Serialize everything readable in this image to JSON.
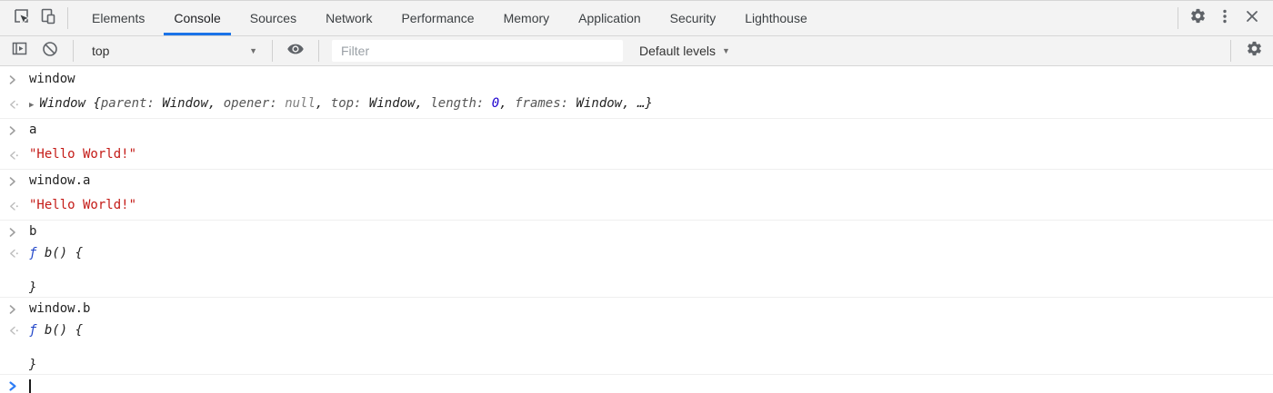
{
  "tabbar": {
    "tabs": [
      "Elements",
      "Console",
      "Sources",
      "Network",
      "Performance",
      "Memory",
      "Application",
      "Security",
      "Lighthouse"
    ],
    "active_tab": "Console"
  },
  "toolbar": {
    "context_value": "top",
    "filter_placeholder": "Filter",
    "levels_label": "Default levels",
    "caret_glyph": "▼"
  },
  "console": {
    "disclosure_glyph": "▶",
    "messages": [
      {
        "kind": "command",
        "text": "window"
      },
      {
        "kind": "result",
        "italic": true,
        "expandable": true,
        "group_end": true,
        "tokens": [
          {
            "text": "Window ",
            "style": "object"
          },
          {
            "text": "{",
            "style": "object"
          },
          {
            "text": "parent: ",
            "style": "propname"
          },
          {
            "text": "Window",
            "style": "object"
          },
          {
            "text": ", ",
            "style": "object"
          },
          {
            "text": "opener: ",
            "style": "propname"
          },
          {
            "text": "null",
            "style": "null"
          },
          {
            "text": ", ",
            "style": "object"
          },
          {
            "text": "top: ",
            "style": "propname"
          },
          {
            "text": "Window",
            "style": "object"
          },
          {
            "text": ", ",
            "style": "object"
          },
          {
            "text": "length: ",
            "style": "propname"
          },
          {
            "text": "0",
            "style": "number"
          },
          {
            "text": ", ",
            "style": "object"
          },
          {
            "text": "frames: ",
            "style": "propname"
          },
          {
            "text": "Window",
            "style": "object"
          },
          {
            "text": ", …}",
            "style": "object"
          }
        ]
      },
      {
        "kind": "command",
        "text": "a"
      },
      {
        "kind": "result",
        "group_end": true,
        "tokens": [
          {
            "text": "\"Hello World!\"",
            "style": "string"
          }
        ]
      },
      {
        "kind": "command",
        "text": "window.a"
      },
      {
        "kind": "result",
        "group_end": true,
        "tokens": [
          {
            "text": "\"Hello World!\"",
            "style": "string"
          }
        ]
      },
      {
        "kind": "command",
        "text": "b"
      },
      {
        "kind": "result",
        "italic": true,
        "pre": true,
        "group_end": true,
        "tokens": [
          {
            "text": "ƒ",
            "style": "function"
          },
          {
            "text": " b() {\n\n}",
            "style": "source"
          }
        ]
      },
      {
        "kind": "command",
        "text": "window.b"
      },
      {
        "kind": "result",
        "italic": true,
        "pre": true,
        "group_end": true,
        "tokens": [
          {
            "text": "ƒ",
            "style": "function"
          },
          {
            "text": " b() {\n\n}",
            "style": "source"
          }
        ]
      }
    ]
  },
  "colors": {
    "accent": "#1a73e8",
    "promptblue": "#2e7df6",
    "stringred": "#c41a16",
    "numberblue": "#1c00cf",
    "functionblue": "#2045c8",
    "icongray": "#5f6368",
    "textdark": "#232323",
    "propname": "#565656",
    "nullgray": "#808080",
    "panelbg": "#f3f3f3",
    "border": "#d6d6d6",
    "groupborder": "#efefef",
    "arrowgray": "#bdbdbd",
    "chevrongray": "#9e9e9e"
  }
}
